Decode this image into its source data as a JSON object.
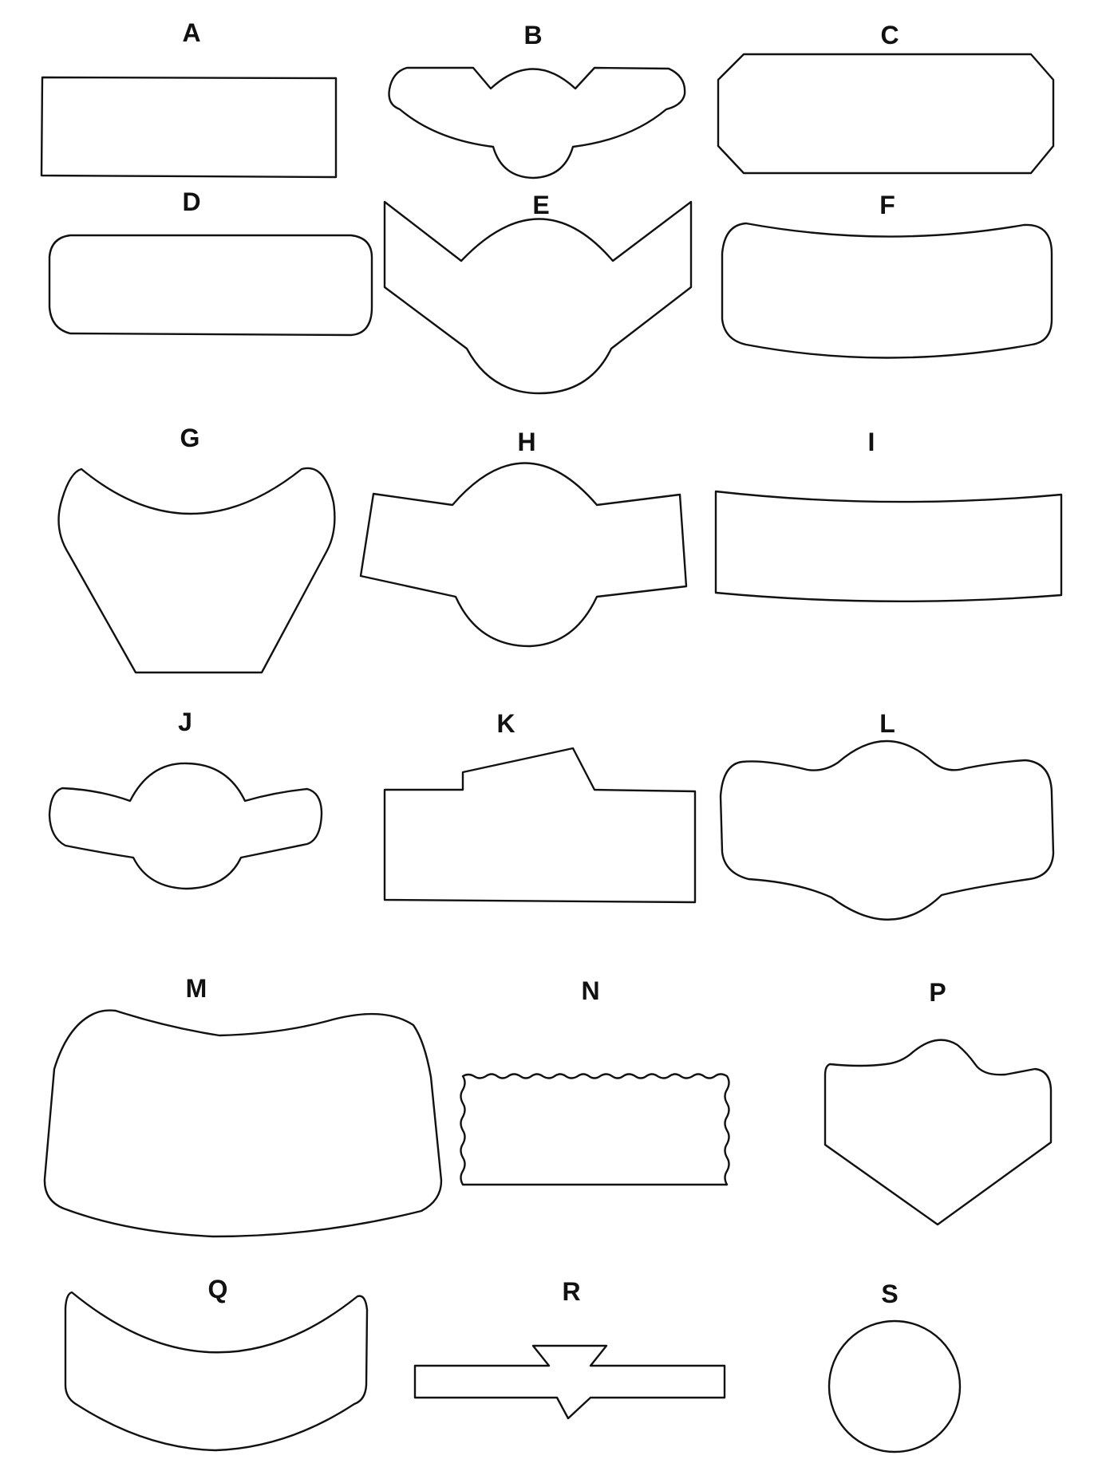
{
  "figure": {
    "line_color": "#111111",
    "background": "#ffffff",
    "labels": [
      "A",
      "B",
      "C",
      "D",
      "E",
      "F",
      "G",
      "H",
      "I",
      "J",
      "K",
      "L",
      "M",
      "N",
      "P",
      "Q",
      "R",
      "S"
    ]
  }
}
